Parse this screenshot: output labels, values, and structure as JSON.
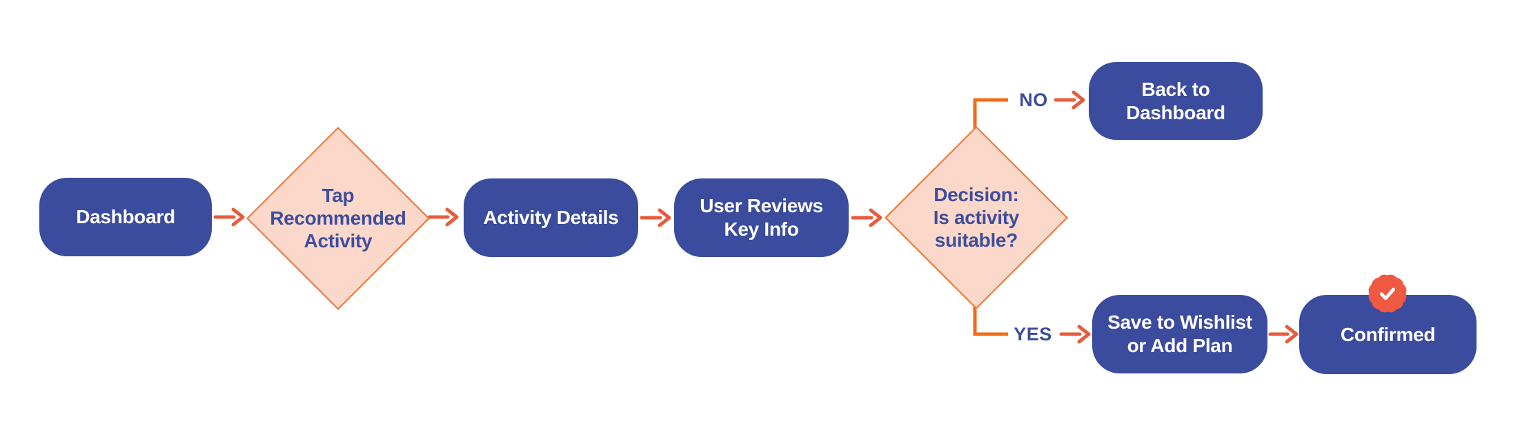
{
  "colors": {
    "background": "#FFFFFF",
    "process_fill": "#3B4B9D",
    "process_text": "#FFFFFF",
    "decision_fill": "#FBD8CA",
    "decision_border": "#F1722F",
    "decision_text": "#3E4D9E",
    "branch_label_text": "#3E4D9E",
    "elbow_line": "#F26B16",
    "arrow": "#E75C3C",
    "badge": "#EF5941",
    "badge_check": "#FFFFFF"
  },
  "flowchart": {
    "nodes": [
      {
        "id": "dashboard",
        "type": "process",
        "label": "Dashboard"
      },
      {
        "id": "tap-recommended-activity",
        "type": "decision",
        "label": "Tap\nRecommended\nActivity"
      },
      {
        "id": "activity-details",
        "type": "process",
        "label": "Activity Details"
      },
      {
        "id": "user-reviews-key-info",
        "type": "process",
        "label": "User Reviews\nKey Info"
      },
      {
        "id": "decision-is-activity-suitable",
        "type": "decision",
        "label": "Decision:\nIs activity\nsuitable?"
      },
      {
        "id": "back-to-dashboard",
        "type": "process",
        "label": "Back to\nDashboard"
      },
      {
        "id": "save-to-wishlist-or-add-plan",
        "type": "process",
        "label": "Save to Wishlist\nor Add Plan"
      },
      {
        "id": "confirmed",
        "type": "process",
        "label": "Confirmed",
        "icon": "check-seal-icon"
      }
    ],
    "branches": [
      {
        "id": "no",
        "label": "NO"
      },
      {
        "id": "yes",
        "label": "YES"
      }
    ],
    "edges": [
      {
        "from": "dashboard",
        "to": "tap-recommended-activity",
        "label": ""
      },
      {
        "from": "tap-recommended-activity",
        "to": "activity-details",
        "label": ""
      },
      {
        "from": "activity-details",
        "to": "user-reviews-key-info",
        "label": ""
      },
      {
        "from": "user-reviews-key-info",
        "to": "decision-is-activity-suitable",
        "label": ""
      },
      {
        "from": "decision-is-activity-suitable",
        "to": "back-to-dashboard",
        "label": "NO"
      },
      {
        "from": "decision-is-activity-suitable",
        "to": "save-to-wishlist-or-add-plan",
        "label": "YES"
      },
      {
        "from": "save-to-wishlist-or-add-plan",
        "to": "confirmed",
        "label": ""
      }
    ]
  }
}
